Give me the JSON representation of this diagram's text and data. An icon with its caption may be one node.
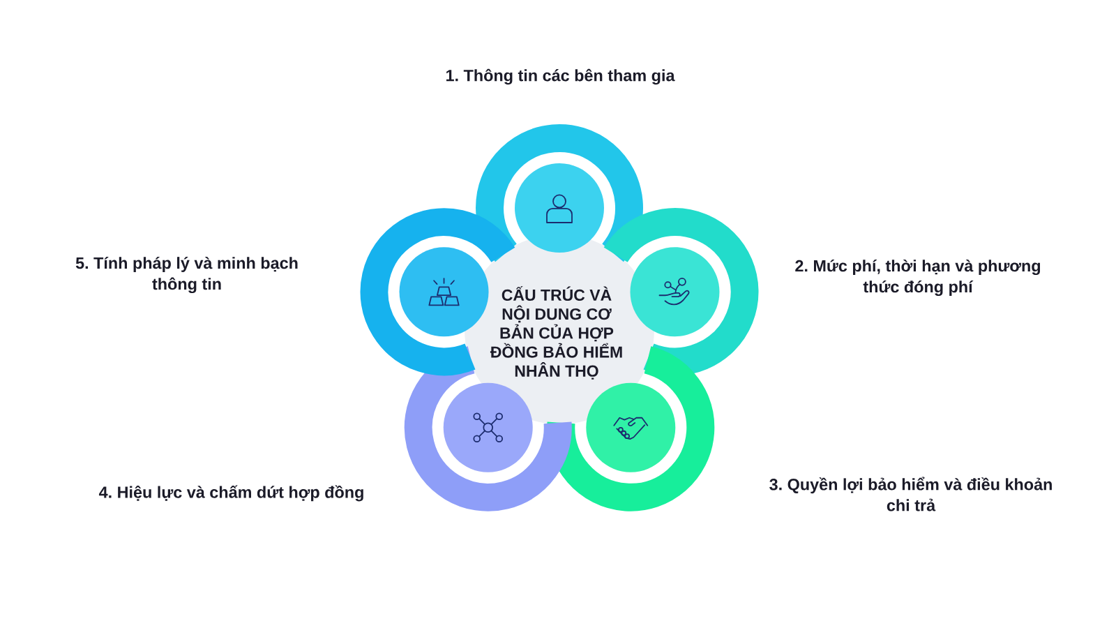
{
  "diagram": {
    "nodes": [
      {
        "text": [
          "CẤU TRÚC VÀ NỘI DUNG CƠ BẢN CỦA HỢP ĐỒNG BẢO HIỂM NHÂN THỌ"
        ]
      },
      {
        "text": [],
        "shape": "circle"
      },
      {
        "text": [],
        "shape": "circle"
      },
      {
        "text": [],
        "shape": "circle"
      },
      {
        "text": [],
        "shape": "circle"
      },
      {
        "text": [],
        "shape": "circle"
      }
    ],
    "labels": [
      "1. Thông tin các bên tham gia",
      "2. Mức phí, thời hạn và phương thức đóng phí",
      "3. Quyền lợi bảo hiểm và điều khoản chi trả",
      "4. Hiệu lực và chấm dứt hợp đồng",
      "5. Tính pháp lý và minh bạch thông tin"
    ]
  }
}
